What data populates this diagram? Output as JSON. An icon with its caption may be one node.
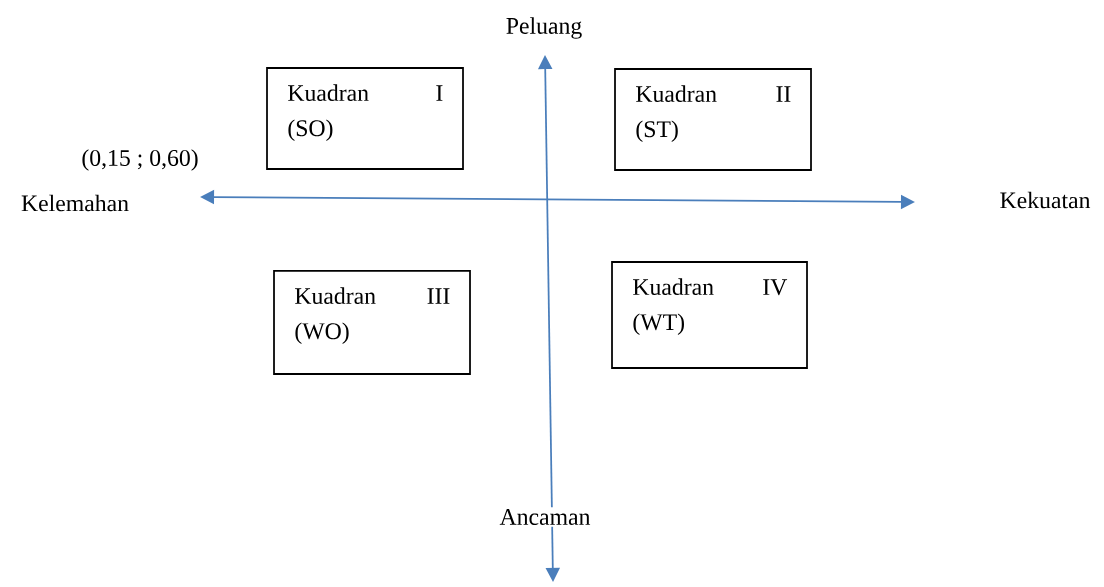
{
  "diagram": {
    "nodes": [
      {
        "text": [
          "Kuadran I",
          "(SO)"
        ]
      },
      {
        "text": [
          "Kuadran II",
          "(ST)"
        ]
      },
      {
        "text": [
          "Kuadran III",
          "(WO)"
        ]
      },
      {
        "text": [
          "Kuadran IV",
          "(WT)"
        ]
      }
    ],
    "labels": [
      "Peluang",
      "(0,15 ; 0,60)",
      "Kelemahan",
      "Kekuatan",
      "Ancaman"
    ]
  }
}
